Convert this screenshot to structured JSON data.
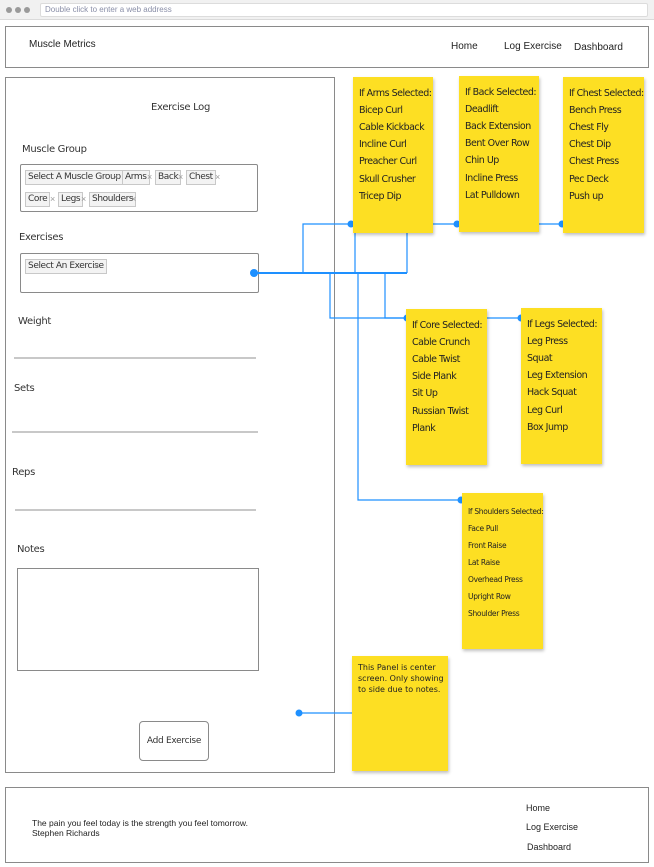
{
  "browser": {
    "address_placeholder": "Double click to enter a web address"
  },
  "header": {
    "brand": "Muscle Metrics",
    "nav": [
      "Home",
      "Log Exercise",
      "Dashboard"
    ]
  },
  "form": {
    "title": "Exercise Log",
    "muscle_group_label": "Muscle Group",
    "muscle_group_chips": [
      "Select A Muscle Group",
      "Arms",
      "Back",
      "Chest",
      "Core",
      "Legs",
      "Shoulders"
    ],
    "exercises_label": "Exercises",
    "exercise_chips": [
      "Select An Exercise"
    ],
    "weight_label": "Weight",
    "sets_label": "Sets",
    "reps_label": "Reps",
    "notes_label": "Notes",
    "add_button": "Add Exercise"
  },
  "chip_remove_glyph": "×",
  "stickies": {
    "arms": {
      "title": "If Arms Selected:",
      "items": [
        "Bicep Curl",
        "Cable Kickback",
        "Incline Curl",
        "Preacher Curl",
        "Skull Crusher",
        "Tricep Dip"
      ]
    },
    "back": {
      "title": "If Back Selected:",
      "items": [
        "Deadlift",
        "Back Extension",
        "Bent Over Row",
        "Chin Up",
        "Incline Press",
        "Lat Pulldown"
      ]
    },
    "chest": {
      "title": "If Chest Selected:",
      "items": [
        "Bench Press",
        "Chest Fly",
        "Chest Dip",
        "Chest Press",
        "Pec Deck",
        "Push up"
      ]
    },
    "core": {
      "title": "If Core Selected:",
      "items": [
        "Cable Crunch",
        "Cable Twist",
        "Side Plank",
        "Sit Up",
        "Russian Twist",
        "Plank"
      ]
    },
    "legs": {
      "title": "If Legs Selected:",
      "items": [
        "Leg Press",
        "Squat",
        "Leg  Extension",
        "Hack Squat",
        "Leg Curl",
        "Box Jump"
      ]
    },
    "shoulders": {
      "title": "If Shoulders Selected:",
      "items": [
        "Face Pull",
        "Front Raise",
        "Lat Raise",
        "Overhead Press",
        "Upright Row",
        "Shoulder Press"
      ]
    }
  },
  "panel_note": "This Panel is center screen. Only showing to side due to notes.",
  "footer": {
    "quote": "The pain you feel today is the strength you feel tomorrow.",
    "author": "Stephen Richards",
    "nav": [
      "Home",
      "Log Exercise",
      "Dashboard"
    ]
  },
  "colors": {
    "sticky": "#fddf23",
    "connector": "#1e90ff",
    "border": "#8a8a8a"
  }
}
